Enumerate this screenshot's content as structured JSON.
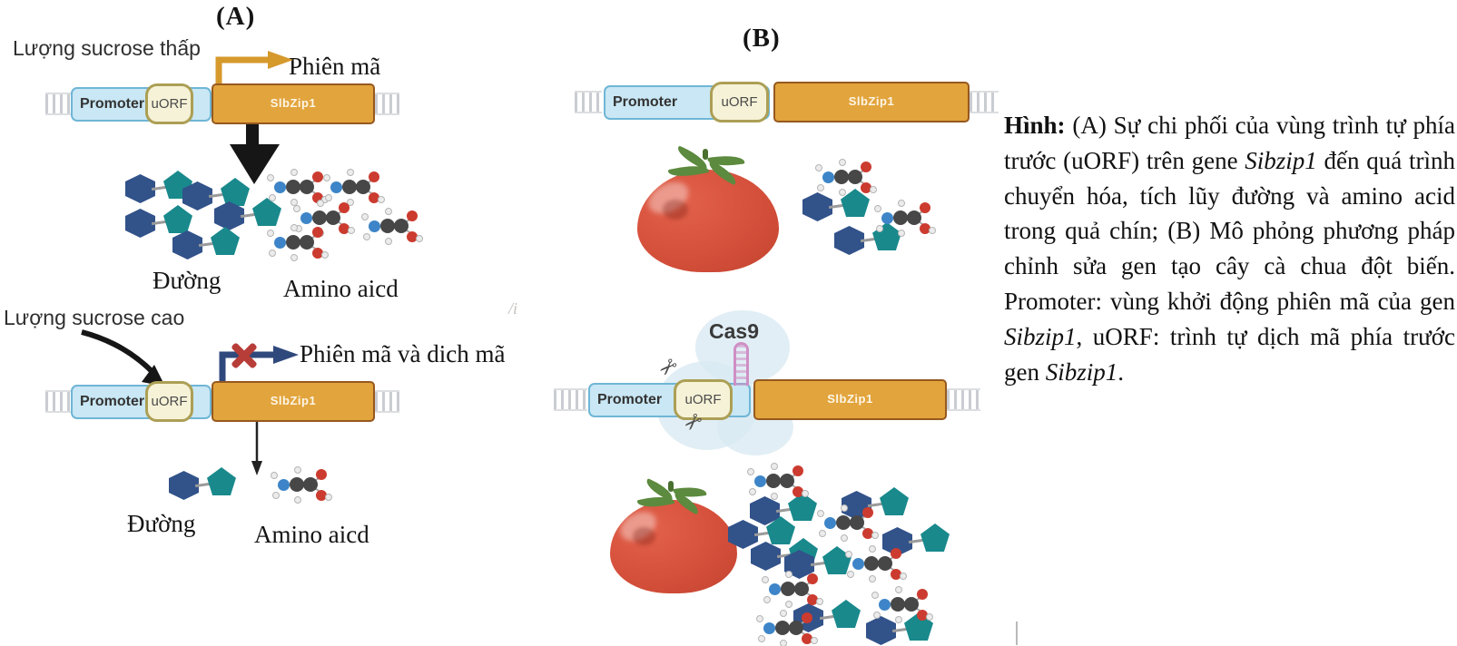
{
  "figure": {
    "panel_a": {
      "title": "(A)",
      "label_low_sucrose": "Lượng sucrose thấp",
      "label_transcription": "Phiên mã",
      "label_sugar_top": "Đường",
      "label_amino_top": "Amino aicd",
      "label_high_sucrose": "Lượng sucrose cao",
      "label_transcription_translation": "Phiên mã và dich mã",
      "label_sugar_bottom": "Đường",
      "label_amino_bottom": "Amino aicd",
      "artifact_mark": "/i"
    },
    "panel_b": {
      "title": "(B)",
      "label_cas9": "Cas9"
    },
    "gene_map": {
      "promoter": "Promoter",
      "uorf": "uORF",
      "gene": "SlbZip1"
    },
    "caption_segments": [
      {
        "text": "Hình:",
        "bold": true
      },
      {
        "text": " (A) Sự chi phối của vùng trình tự phía trước (uORF) trên gene "
      },
      {
        "text": "Sibzip1",
        "italic": true
      },
      {
        "text": " đến quá trình chuyển hóa, tích lũy đường và amino acid trong quả chín; (B) Mô phỏng phương pháp chỉnh sửa gen tạo cây cà chua đột biến. Promoter: vùng khởi động phiên mã của gen "
      },
      {
        "text": "Sibzip1",
        "italic": true
      },
      {
        "text": ", uORF: trình tự dịch mã phía trước gen "
      },
      {
        "text": "Sibzip1",
        "italic": true
      },
      {
        "text": "."
      }
    ]
  },
  "colors": {
    "accent_orange": "#d6992c",
    "gene_fill": "#e2a43c",
    "gene_border": "#96591f",
    "promoter_fill": "#c9e7f4",
    "promoter_border": "#6fb6d6",
    "uorf_fill": "#f6f2d7",
    "uorf_border": "#ac9f55",
    "dna": "#c9ccd1",
    "sugar_hex": "#32528a",
    "sugar_pent": "#19898c",
    "tomato": "#d5503b",
    "leaf": "#5c8a3e",
    "cas9_blob": "#d9eaf3",
    "grna_pink": "#cf8fc5",
    "arrow_blue": "#30497c",
    "x_red": "#b73d38",
    "arrow_black": "#161616"
  }
}
